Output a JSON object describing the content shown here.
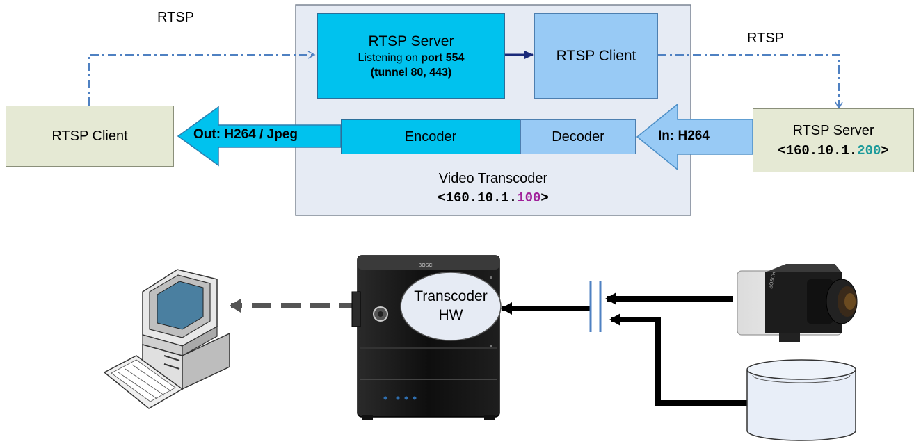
{
  "top": {
    "rtsp_left": "RTSP",
    "rtsp_right": "RTSP",
    "left_client": "RTSP Client",
    "server": {
      "title": "RTSP Server",
      "line2_prefix": "Listening on ",
      "line2_bold": "port 554",
      "line3": "(tunnel 80, 443)"
    },
    "inner_client": "RTSP Client",
    "encoder": "Encoder",
    "decoder": "Decoder",
    "out_label": "Out: H264 / Jpeg",
    "in_label": "In: H264",
    "transcoder": {
      "title": "Video Transcoder",
      "ip_prefix": "<160.10.1.",
      "ip_suffix": "100",
      "ip_close": ">"
    },
    "right_server": {
      "title": "RTSP Server",
      "ip_prefix": "<160.10.1.",
      "ip_suffix": "200",
      "ip_close": ">"
    }
  },
  "bottom": {
    "hw_line1": "Transcoder",
    "hw_line2": "HW",
    "device_brand": "BOSCH",
    "camera_brand": "BOSCH"
  },
  "colors": {
    "cyan": "#00c2ee",
    "light_blue": "#98caf5",
    "client_bg": "#e5e9d4",
    "panel_bg": "#e6ebf4",
    "dashed_blue": "#4f81c2",
    "ip_purple": "#a0209a",
    "ip_teal": "#1a9a9a"
  }
}
